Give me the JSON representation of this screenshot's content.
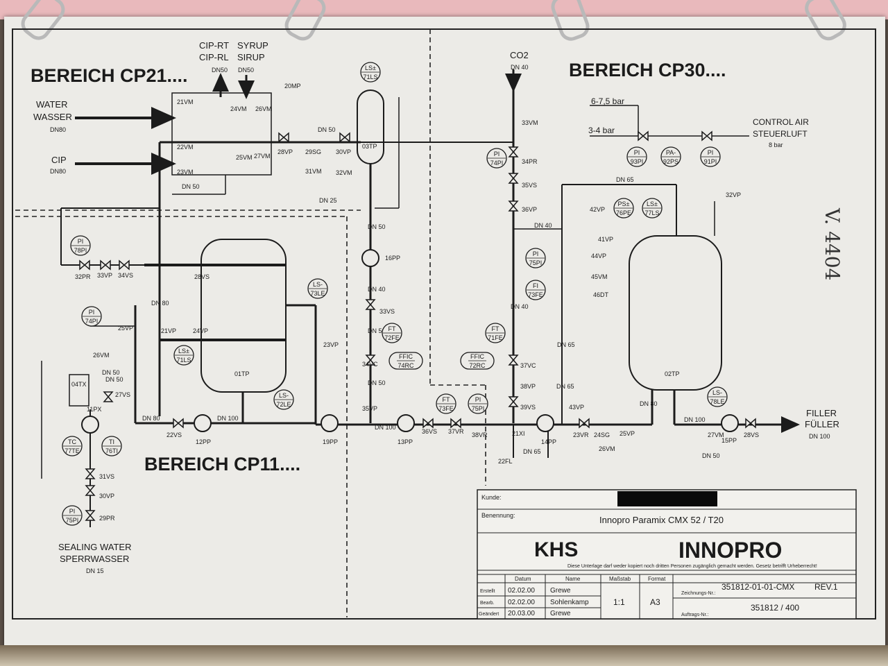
{
  "zones": {
    "cp21": "BEREICH CP21....",
    "cp30": "BEREICH CP30....",
    "cp11": "BEREICH CP11...."
  },
  "inlets": {
    "cip_rt": "CIP-RT",
    "cip_rl": "CIP-RL",
    "syrup": "SYRUP",
    "sirup": "SIRUP",
    "dn50a": "DN50",
    "dn50b": "DN50",
    "water": "WATER",
    "wasser": "WASSER",
    "water_dn": "DN80",
    "cip": "CIP",
    "cip_dn": "DN80",
    "co2": "CO2",
    "co2_dn": "DN 40",
    "control_air": "CONTROL AIR",
    "steuerluft": "STEUERLUFT",
    "air_bar": "8 bar",
    "p1": "6-7,5 bar",
    "p2": "3-4 bar",
    "sealing": "SEALING WATER",
    "sperr": "SPERRWASSER",
    "sealing_dn": "DN 15",
    "filler": "FILLER",
    "fueller": "FÜLLER",
    "filler_dn": "DN 100"
  },
  "tags": {
    "t20mp": "20MP",
    "t21vm": "21VM",
    "t22vm": "22VM",
    "t23vm": "23VM",
    "t24vm": "24VM",
    "t26vm": "26VM",
    "t25vm": "25VM",
    "t27vm": "27VM",
    "t28vp": "28VP",
    "t29sg": "29SG",
    "t30vp": "30VP",
    "t31vm": "31VM",
    "t32vm": "32VM",
    "dn50c": "DN 50",
    "dn50d": "DN 50",
    "dn25": "DN 25",
    "t03tp": "03TP",
    "t33vm": "33VM",
    "t34pr": "34PR",
    "t35vs": "35VS",
    "t36vp": "36VP",
    "dn40a": "DN 40",
    "dn65a": "DN 65",
    "t42vp": "42VP",
    "t41vp": "41VP",
    "t44vp": "44VP",
    "t45vm": "45VM",
    "t46dt": "46DT",
    "t32vp": "32VP",
    "t02tp": "02TP",
    "t32pr": "32PR",
    "t33vp": "33VP",
    "t34vs": "34VS",
    "t28vs": "28VS",
    "dn80a": "DN 80",
    "t21vp": "21VP",
    "t24vp": "24VP",
    "t25vp": "25VP",
    "t26vm2": "26VM",
    "t01tp": "01TP",
    "t23vp": "23VP",
    "t04tx": "04TX",
    "t11px": "11PX",
    "t27vs": "27VS",
    "dn50e": "DN 50",
    "t31vs": "31VS",
    "t30vp2": "30VP",
    "t29pr": "29PR",
    "t22vs": "22VS",
    "t12pp": "12PP",
    "dn80b": "DN 80",
    "dn100a": "DN 100",
    "t19pp": "19PP",
    "t16pp": "16PP",
    "t33vs": "33VS",
    "t34vc": "34VC",
    "t35vp": "35VP",
    "dn40b": "DN 40",
    "dn50f": "DN 50",
    "dn50g": "DN 50",
    "dn50h": "DN 50",
    "t13pp": "13PP",
    "t36vs": "36VS",
    "t37vr": "37VR",
    "t38vr": "38VR",
    "dn100b": "DN 100",
    "t21xi": "21XI",
    "t22fl": "22FL",
    "t14pp": "14PP",
    "dn65b": "DN 65",
    "t37vc": "37VC",
    "t38vp": "38VP",
    "t39vs": "39VS",
    "t43vp": "43VP",
    "dn40c": "DN 40",
    "dn65c": "DN 65",
    "t23vr": "23VR",
    "t24sg": "24SG",
    "t25vp2": "25VP",
    "t26vm3": "26VM",
    "dn80c": "DN 80",
    "dn100c": "DN 100",
    "t27vm2": "27VM",
    "t15pp": "15PP",
    "t28vs2": "28VS",
    "dn50i": "DN 50",
    "dn65d": "DN 65",
    "dn50j": "DN 50"
  },
  "instruments": [
    {
      "a": "LS±",
      "b": "71LS"
    },
    {
      "a": "PI",
      "b": "74PI"
    },
    {
      "a": "PI",
      "b": "93PI"
    },
    {
      "a": "PA-",
      "b": "92PS"
    },
    {
      "a": "PI",
      "b": "91PI"
    },
    {
      "a": "PS±",
      "b": "76PE"
    },
    {
      "a": "LS±",
      "b": "77LS"
    },
    {
      "a": "PI",
      "b": "75PI"
    },
    {
      "a": "FI",
      "b": "73FE"
    },
    {
      "a": "PI",
      "b": "78PI"
    },
    {
      "a": "PI",
      "b": "74PI"
    },
    {
      "a": "LS-",
      "b": "73LE"
    },
    {
      "a": "LS±",
      "b": "71LS"
    },
    {
      "a": "LS-",
      "b": "72LE"
    },
    {
      "a": "TC",
      "b": "77TE"
    },
    {
      "a": "TI",
      "b": "76TI"
    },
    {
      "a": "PI",
      "b": "75PI"
    },
    {
      "a": "FT",
      "b": "72FE"
    },
    {
      "a": "FT",
      "b": "71FE"
    },
    {
      "a": "FT",
      "b": "73FE"
    },
    {
      "a": "PI",
      "b": "75PI"
    },
    {
      "a": "LS-",
      "b": "78LE"
    },
    {
      "a": "FFIC",
      "b": "74RC"
    },
    {
      "a": "FFIC",
      "b": "72RC"
    }
  ],
  "handwritten": "V. 4404",
  "titleblock": {
    "kunde_label": "Kunde:",
    "benennung_label": "Benennung:",
    "benennung": "Innopro Paramix CMX 52 / T20",
    "brand": "KHS",
    "product": "INNOPRO",
    "notice": "Diese Unterlage darf weder kopiert noch dritten Personen zugänglich gemacht werden. Gesetz betrifft Urheberrecht!",
    "col_datum": "Datum",
    "col_name": "Name",
    "col_massstab": "Maßstab",
    "col_format": "Format",
    "rows": [
      {
        "label": "Erstellt",
        "date": "02.02.00",
        "name": "Grewe"
      },
      {
        "label": "Bearb.",
        "date": "02.02.00",
        "name": "Sohlenkamp"
      },
      {
        "label": "Geändert",
        "date": "20.03.00",
        "name": "Grewe"
      }
    ],
    "scale": "1:1",
    "format": "A3",
    "zeich_label": "Zeichnungs-Nr.:",
    "zeich": "351812-01-01-CMX",
    "rev": "REV.1",
    "auftrag_label": "Auftrags-Nr.:",
    "auftrag": "351812 / 400"
  }
}
